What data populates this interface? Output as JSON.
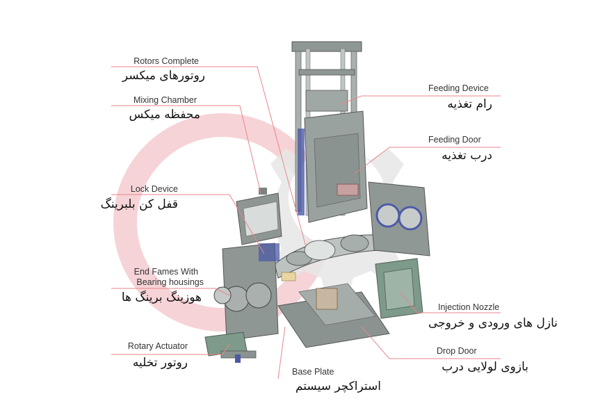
{
  "labels": {
    "rotors": {
      "en": "Rotors Complete",
      "fa": "روتورهای میکسر"
    },
    "mixing": {
      "en": "Mixing Chamber",
      "fa": "محفظه میکس"
    },
    "lock": {
      "en": "Lock Device",
      "fa": "قفل کن بلبرینگ"
    },
    "endframes": {
      "en1": "End Fames With",
      "en2": "Bearing housings",
      "fa": "هوزینگ برینگ ها"
    },
    "rotary": {
      "en": "Rotary Actuator",
      "fa": "روتور تخلیه"
    },
    "base": {
      "en": "Base Plate",
      "fa": "استراکچر سیستم"
    },
    "feeding_device": {
      "en": "Feeding Device",
      "fa": "رام تغذیه"
    },
    "feeding_door": {
      "en": "Feeding Door",
      "fa": "درب تغذیه"
    },
    "injection": {
      "en": "Injection Nozzle",
      "fa": "نازل های ورودی و خروجی"
    },
    "drop": {
      "en": "Drop Door",
      "fa": "بازوی لولایی درب"
    }
  },
  "colors": {
    "leader": "#e8868a",
    "machine": "#9aa3a0",
    "machine_dark": "#5d6664",
    "accent_green": "#7e9a8a",
    "watermark_red": "#f3c6cb",
    "watermark_gray": "#e4e4e4"
  }
}
